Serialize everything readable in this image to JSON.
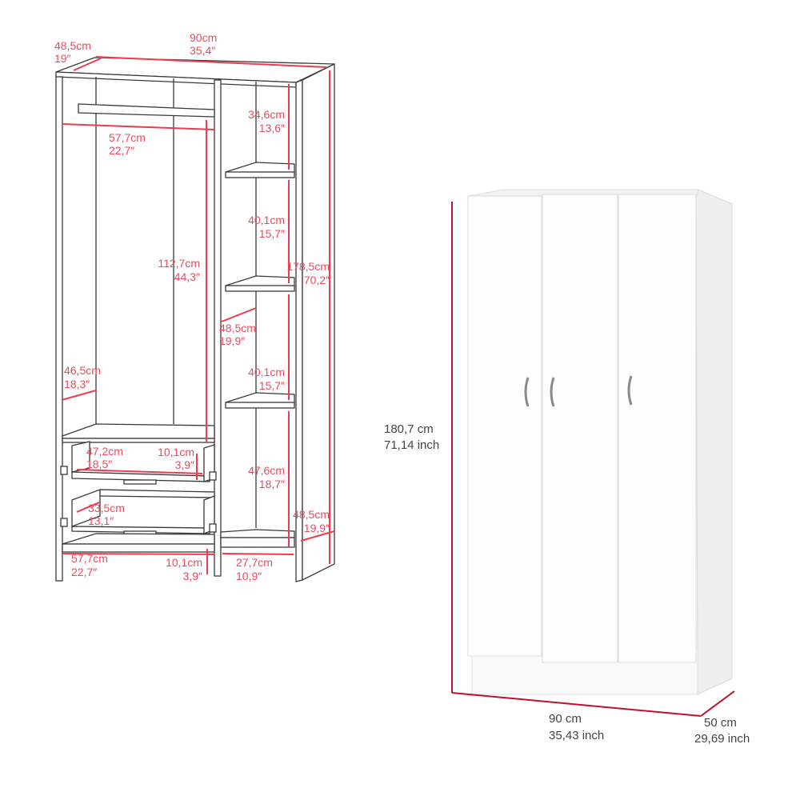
{
  "colors": {
    "dimension_interior": "#ee4a5c",
    "dimension_exterior": "#c40f2a",
    "line": "#3a3a3a"
  },
  "interior_view": {
    "labels": [
      {
        "cm": "90cm",
        "in": "35,4″"
      },
      {
        "cm": "48,5cm",
        "in": "19″"
      },
      {
        "cm": "57,7cm",
        "in": "22,7″"
      },
      {
        "cm": "34,6cm",
        "in": "13,6″"
      },
      {
        "cm": "40,1cm",
        "in": "15,7″"
      },
      {
        "cm": "112,7cm",
        "in": "44,3″"
      },
      {
        "cm": "178,5cm",
        "in": "70,2″"
      },
      {
        "cm": "48,5cm",
        "in": "19,9″"
      },
      {
        "cm": "46,5cm",
        "in": "18,3″"
      },
      {
        "cm": "40,1cm",
        "in": "15,7″"
      },
      {
        "cm": "47,2cm",
        "in": "18,5″"
      },
      {
        "cm": "10,1cm",
        "in": "3,9″"
      },
      {
        "cm": "47,6cm",
        "in": "18,7″"
      },
      {
        "cm": "33,5cm",
        "in": "13,1″"
      },
      {
        "cm": "48,5cm",
        "in": "19,9″"
      },
      {
        "cm": "57,7cm",
        "in": "22,7″"
      },
      {
        "cm": "10,1cm",
        "in": "3,9″"
      },
      {
        "cm": "27,7cm",
        "in": "10,9″"
      }
    ]
  },
  "exterior_view": {
    "height": {
      "cm": "180,7 cm",
      "in": "71,14 inch"
    },
    "width": {
      "cm": "90 cm",
      "in": "35,43 inch"
    },
    "depth": {
      "cm": "50 cm",
      "in": "29,69 inch"
    },
    "doors": 3
  }
}
